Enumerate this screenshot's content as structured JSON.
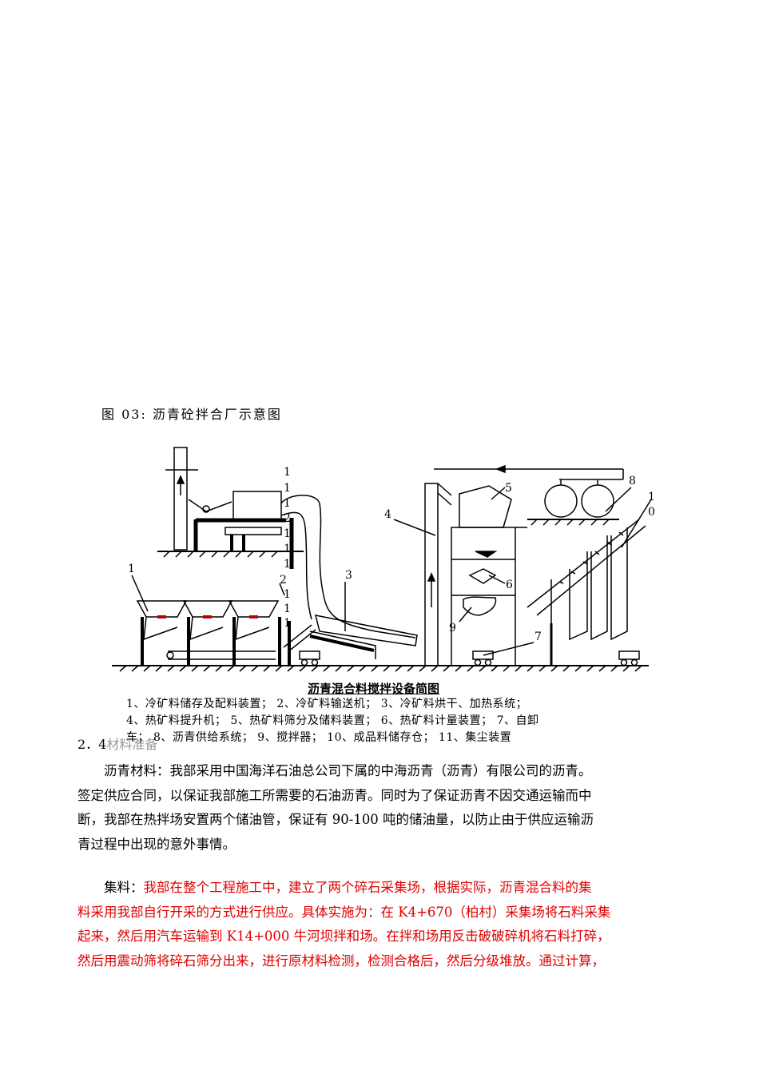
{
  "figure": {
    "title": "图 03:  沥青砼拌合厂示意图",
    "caption": "沥青混合料搅拌设备简图",
    "labels": {
      "n1": "1",
      "n3": "3",
      "n4": "4",
      "n5": "5",
      "n6": "6",
      "n7": "7",
      "n8": "8",
      "n9": "9",
      "n10a": "1",
      "n10b": "0",
      "col_a": [
        "1",
        "1",
        "1",
        "2",
        "1",
        "1",
        "1"
      ],
      "col_b": [
        "2",
        "1",
        "1",
        "1"
      ]
    },
    "legend": [
      "1、冷矿料储存及配料装置； 2、冷矿料输送机； 3、冷矿料烘干、加热系统；",
      "4、热矿料提升机； 5、热矿料筛分及储料装置； 6、热矿料计量装置； 7、自卸",
      "车； 8、沥青供给系统； 9、搅拌器； 10、成品料储存仓； 11、集尘装置"
    ]
  },
  "section": {
    "number": "2．4",
    "title": "材料准备"
  },
  "paragraphs": {
    "asphalt": [
      "沥青材料：我部采用中国海洋石油总公司下属的中海沥青（沥青）有限公司的沥青。",
      "签定供应合同，以保证我部施工所需要的石油沥青。同时为了保证沥青不因交通运输而中",
      "断，我部在热拌场安置两个储油管，保证有 90-100 吨的储油量，以防止由于供应运输沥",
      "青过程中出现的意外事情。"
    ],
    "aggregate_lead": "集料：",
    "aggregate": [
      "我部在整个工程施工中，建立了两个碎石采集场，根据实际，沥青混合料的集",
      "料采用我部自行开采的方式进行供应。具体实施为：在 K4+670（柏村）采集场将石料采集",
      "起来，然后用汽车运输到 K14+000 牛河坝拌和场。在拌和场用反击破破碎机将石料打碎，",
      "然后用震动筛将碎石筛分出来，进行原材料检测，检测合格后，然后分级堆放。通过计算，"
    ]
  }
}
